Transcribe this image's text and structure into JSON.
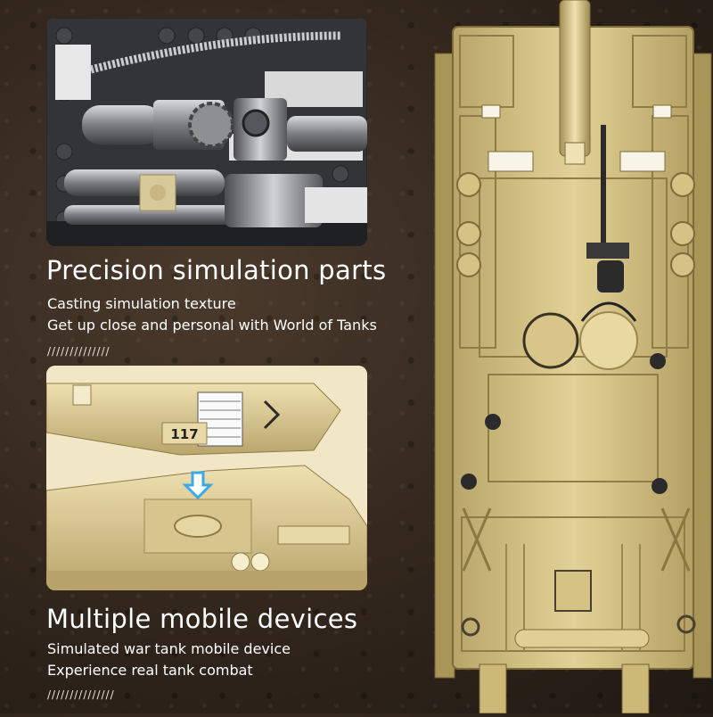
{
  "section_one": {
    "heading": "Precision simulation parts",
    "line_1": "Casting simulation texture",
    "line_2": "Get up close and personal with World of Tanks",
    "divider": "//////////////"
  },
  "section_two": {
    "heading": "Multiple mobile devices",
    "line_1": "Simulated war tank mobile device",
    "line_2": "Experience real tank combat",
    "divider": "///////////////"
  },
  "photo_mid": {
    "hull_number": "117"
  },
  "colors": {
    "background": "#3a2d22",
    "tank_tan": "#d9c58a",
    "metal": "#8d8f93",
    "arrow": "#3aa9e8"
  }
}
